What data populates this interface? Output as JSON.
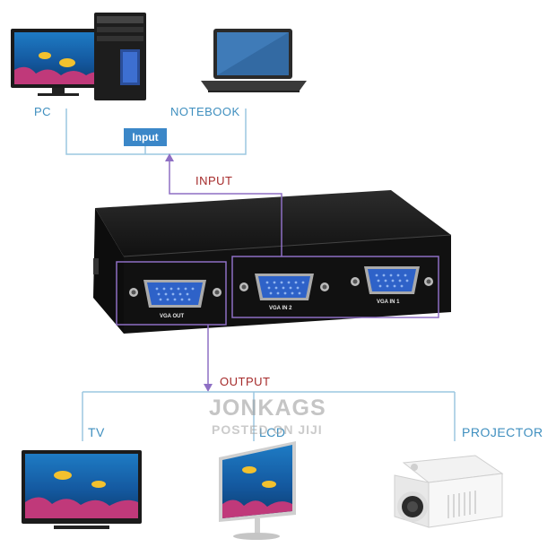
{
  "labels": {
    "pc": "PC",
    "notebook": "NOTEBOOK",
    "input_badge": "Input",
    "input_arrow": "INPUT",
    "output_arrow": "OUTPUT",
    "tv": "TV",
    "lcd": "LCD",
    "projector": "PROJECTOR"
  },
  "ports": {
    "vga_out": "VGA OUT",
    "vga_in_2": "VGA IN 2",
    "vga_in_1": "VGA IN 1"
  },
  "watermark": {
    "line1": "JONKAGS",
    "line2": "POSTED ON JIJI"
  },
  "colors": {
    "connector_line": "#9cc7e0",
    "highlight_line": "#8e6fc4",
    "label_blue": "#3f8fbf",
    "label_red": "#a52a2a",
    "badge_blue": "#3b87c8",
    "device_black": "#1a1a1a",
    "vga_port_blue": "#2e62c8"
  }
}
